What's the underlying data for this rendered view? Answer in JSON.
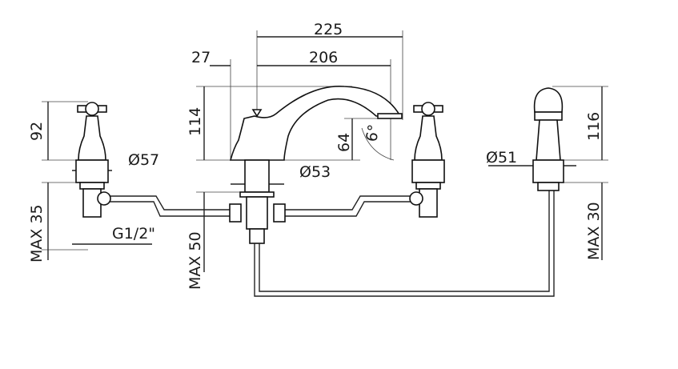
{
  "drawing": {
    "dimensions": {
      "spout_reach_total": "225",
      "offset": "27",
      "spout_reach": "206",
      "tap_height": "92",
      "tap_diameter": "Ø57",
      "spout_height": "114",
      "spout_base_diameter": "Ø53",
      "spout_outlet_height": "64",
      "spout_angle": "6°",
      "shower_height": "116",
      "shower_diameter": "Ø51",
      "tap_max_deck": "MAX 35",
      "thread": "G1/2\"",
      "spout_max_deck": "MAX 50",
      "shower_max_deck": "MAX 30"
    }
  }
}
